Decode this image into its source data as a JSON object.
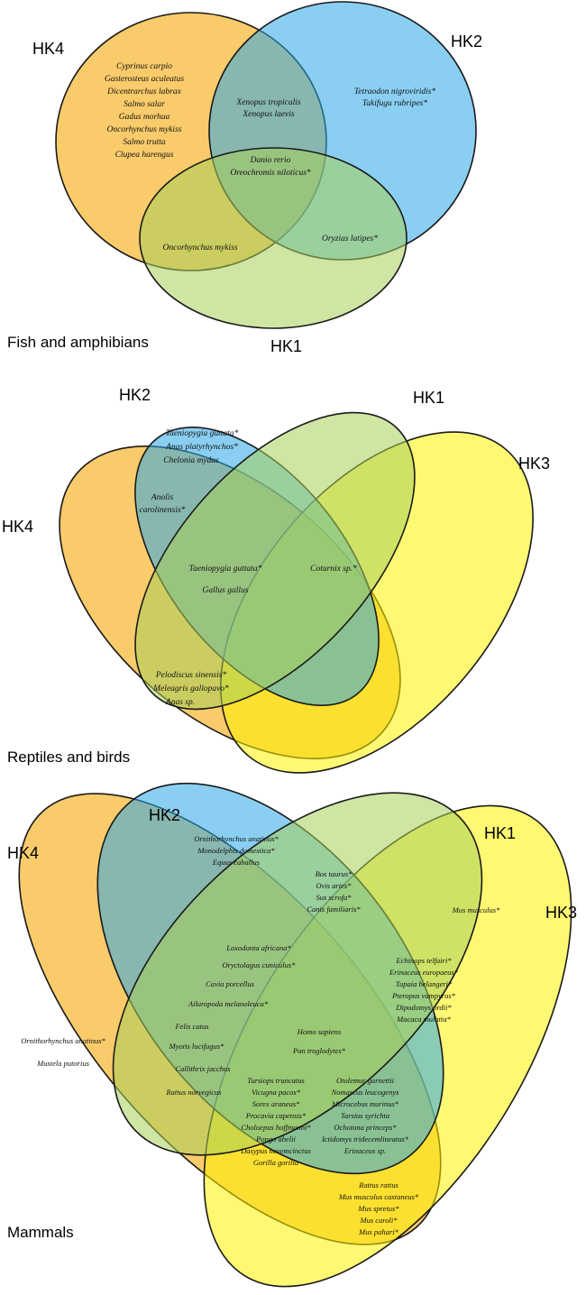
{
  "colors": {
    "hk4": "#f7b52c",
    "hk2": "#2aa8e8",
    "hk1": "#a8cf5a",
    "hk3": "#fff200"
  },
  "fish": {
    "title": "Fish and amphibians",
    "labels": {
      "hk4": "HK4",
      "hk2": "HK2",
      "hk1": "HK1"
    },
    "hk4_only": [
      "Cyprinus carpio",
      "Gasterosteus aculeatus",
      "Dicentrarchus labrax",
      "Salmo salar",
      "Gadus morhua",
      "Oncorhynchus mykiss",
      "Salmo trutta",
      "Clupea harengus"
    ],
    "hk4_hk2": [
      "Xenopus tropicalis",
      "Xenopus laevis"
    ],
    "hk2_only": [
      "Tetraodon nigroviridis*",
      "Takifugu rubripes*"
    ],
    "center": [
      "Danio rerio",
      "Oreochromis niloticus*"
    ],
    "hk2_hk1": [
      "Oryzias latipes*"
    ],
    "hk4_hk1": [
      "Oncorhynchus mykiss"
    ]
  },
  "reptiles": {
    "title": "Reptiles and birds",
    "labels": {
      "hk2": "HK2",
      "hk1": "HK1",
      "hk3": "HK3",
      "hk4": "HK4"
    },
    "hk2_only": [
      "Taeniopygia guttata*",
      "Anas platyrhynchos*",
      "Chelonia mydas"
    ],
    "hk4_hk2": [
      "Anolis",
      "carolinensis*"
    ],
    "hk4_hk2_hk1": [
      "Taeniopygia guttata*",
      "Gallus gallus"
    ],
    "hk2_hk1_hk3": [
      "Coturnix sp.*"
    ],
    "hk4_hk1": [
      "Pelodiscus sinensis*",
      "Meleagris gallopavo*",
      "Anas sp."
    ]
  },
  "mammals": {
    "title": "Mammals",
    "labels": {
      "hk4": "HK4",
      "hk2": "HK2",
      "hk1": "HK1",
      "hk3": "HK3"
    },
    "hk2_only": [
      "Ornithorhynchus anatinus*",
      "Monodelphis domestica*",
      "Equus caballus"
    ],
    "hk2_hk1": [
      "Bos taurus*",
      "Ovis aries*",
      "Sus scrofa*",
      "Canis familiaris*"
    ],
    "hk1_hk3": [
      "Mus musculus*"
    ],
    "hk4_hk2_hk1": [
      "Loxodonta africana*",
      "Oryctolagus cuniculus*",
      "Cavia porcellus",
      "Ailuropoda melanoleuca*",
      "Felis catus",
      "Myotis lucifugus*",
      "Callithrix jacchus",
      "Rattus norvegicus"
    ],
    "hk4_only": [
      "Ornithorhynchus anatinus*",
      "Mustela putorius"
    ],
    "hk2_hk1_hk3": [
      "Echinops telfairi*",
      "Erinaceus europaeus*",
      "Tupaia belangeri*",
      "Pteropus vampyrus*",
      "Dipodomys ordii*",
      "Macaca mulatta*"
    ],
    "center_top": [
      "Homo sapiens",
      "Pan troglodytes*"
    ],
    "center": [
      "Tursiops truncatus",
      "Vicugna pacos*",
      "Sorex araneus*",
      "Procavia capensis*",
      "Choloepus hoffmanni*",
      "Pongo abelii",
      "Dasypus novemcinctus",
      "Gorilla gorilla"
    ],
    "center_right": [
      "Otolemur garnettii",
      "Nomascus leucogenys",
      "Microcebus murinus*",
      "Tarsius syrichta",
      "Ochotona princeps*",
      "Ictidomys tridecemlineatus*",
      "Erinaceus sp."
    ],
    "hk4_hk1_hk3": [
      "Rattus rattus",
      "Mus musculus castaneus*",
      "Mus spretus*",
      "Mus caroli*",
      "Mus pahari*"
    ]
  }
}
